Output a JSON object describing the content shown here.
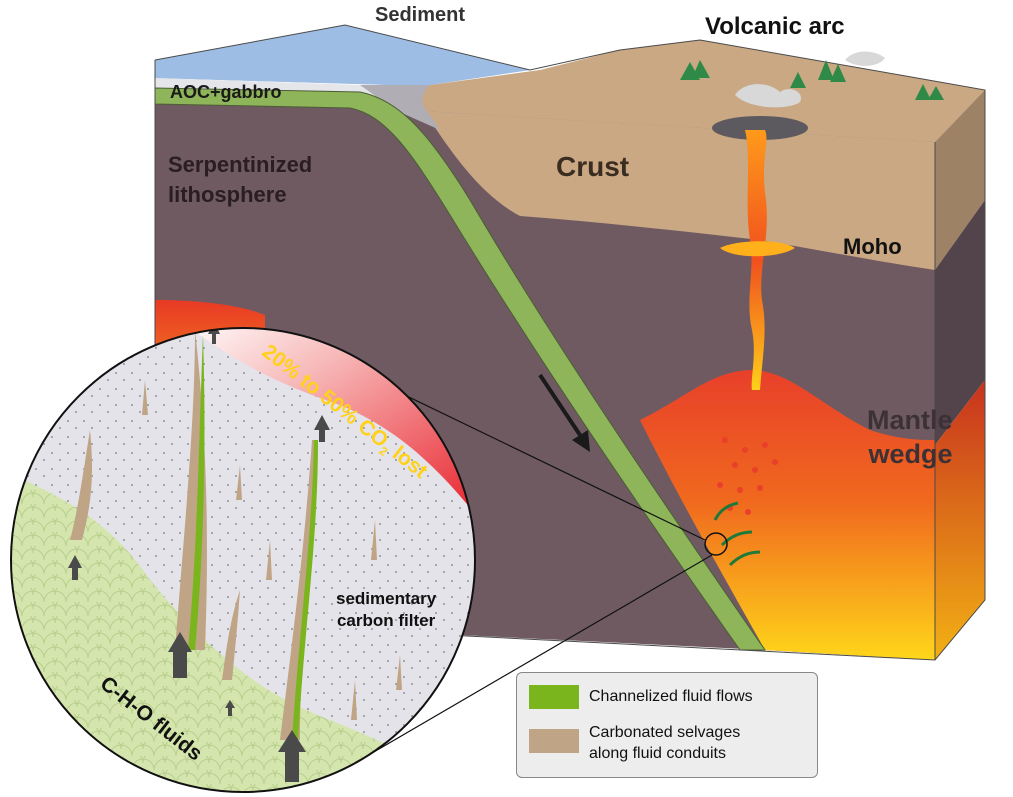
{
  "labels": {
    "sediment": "Sediment",
    "volcanic_arc": "Volcanic arc",
    "aoc_gabbro": "AOC+gabbro",
    "serpentinized_line1": "Serpentinized",
    "serpentinized_line2": "lithosphere",
    "crust": "Crust",
    "moho": "Moho",
    "mantle_line1": "Mantle",
    "mantle_line2": "wedge",
    "co2_prefix": "20% to 50% CO",
    "co2_sub": "2",
    "co2_suffix": " lost",
    "filter_line1": "sedimentary",
    "filter_line2": "carbon filter",
    "cho_fluids": "C-H-O fluids"
  },
  "legend": {
    "items": [
      {
        "label": "Channelized fluid flows",
        "color": "#7ab51d"
      },
      {
        "label_line1": "Carbonated selvages",
        "label_line2": "along fluid conduits",
        "color": "#bfa585"
      }
    ]
  },
  "colors": {
    "ocean": "#9dbde3",
    "crust": "#c9a883",
    "lithosphere": "#6f5a62",
    "slab": "#8fb55a",
    "sediment": "#b0adb5",
    "mantle_hot": "#e8402a",
    "mantle_warm": "#ffcf1a",
    "inset_sediment": "#e4e3ea",
    "inset_fluids": "#d4e6ad"
  }
}
